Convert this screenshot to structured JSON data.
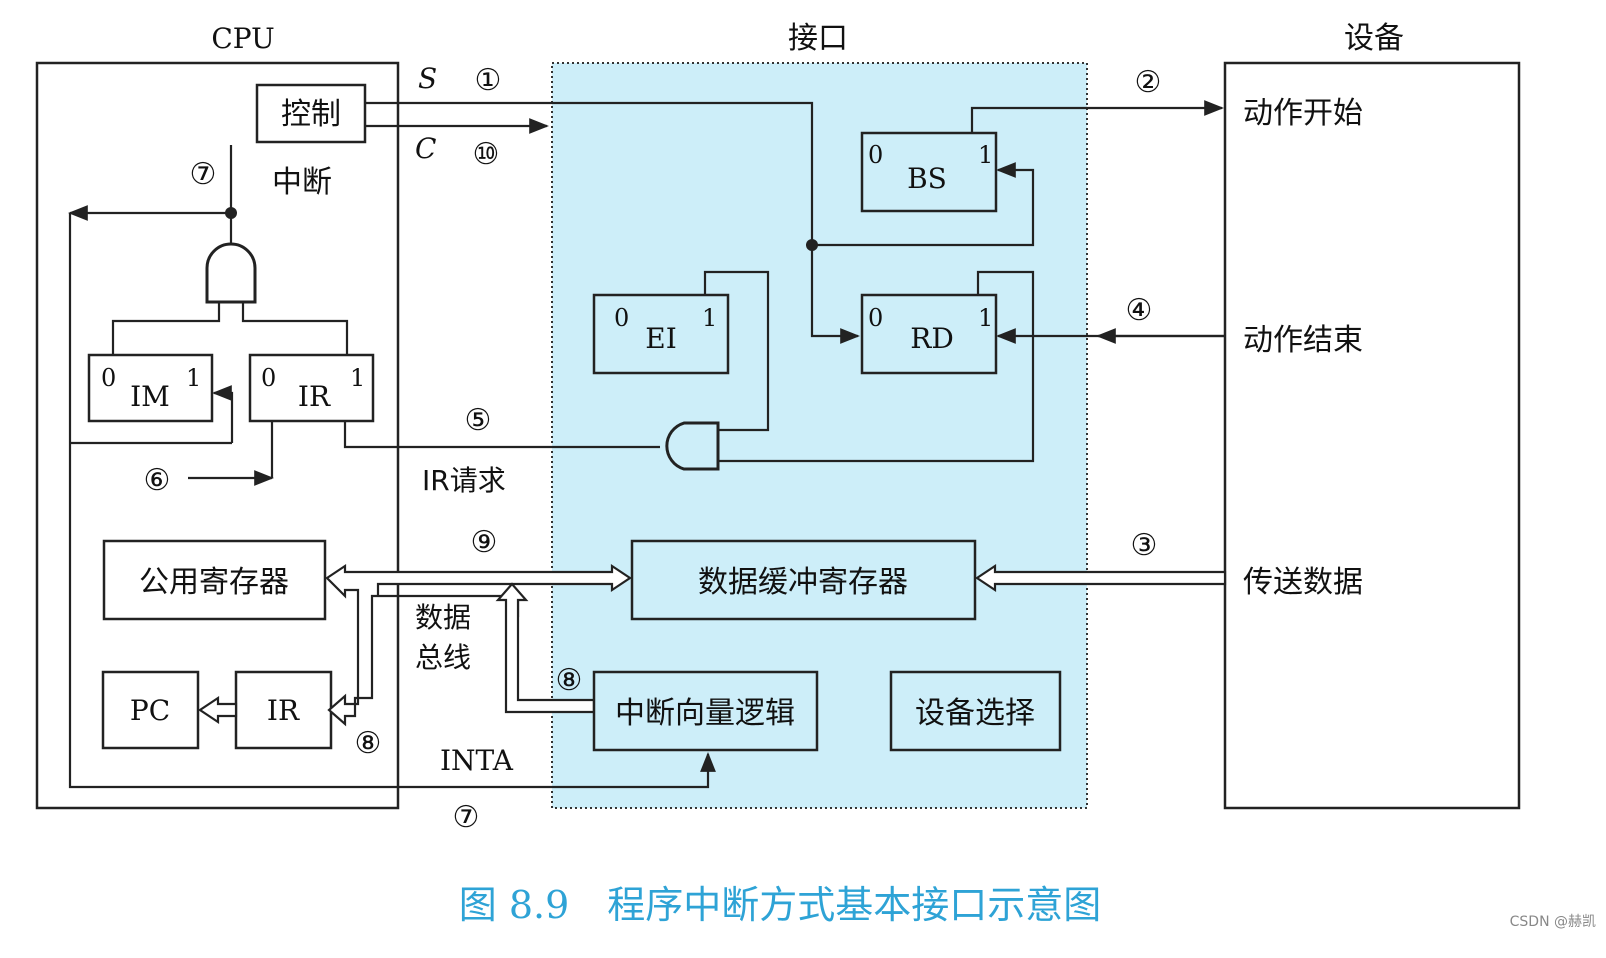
{
  "headers": {
    "cpu": "CPU",
    "interface": "接口",
    "device": "设备"
  },
  "cpu": {
    "control": "控制",
    "interrupt": "中断",
    "im": {
      "name": "IM",
      "bit0": "0",
      "bit1": "1"
    },
    "ir_flag": {
      "name": "IR",
      "bit0": "0",
      "bit1": "1"
    },
    "general_regs": "公用寄存器",
    "pc": "PC",
    "ir": "IR"
  },
  "interface": {
    "bs": {
      "name": "BS",
      "bit0": "0",
      "bit1": "1"
    },
    "ei": {
      "name": "EI",
      "bit0": "0",
      "bit1": "1"
    },
    "rd": {
      "name": "RD",
      "bit0": "0",
      "bit1": "1"
    },
    "data_buffer": "数据缓冲寄存器",
    "vector_logic": "中断向量逻辑",
    "device_select": "设备选择"
  },
  "device": {
    "start": "动作开始",
    "end": "动作结束",
    "transfer": "传送数据"
  },
  "signals": {
    "s": "S",
    "c": "C",
    "ir_request": "IR请求",
    "data_bus_1": "数据",
    "data_bus_2": "总线",
    "inta": "INTA"
  },
  "steps": {
    "s1": "①",
    "s2": "②",
    "s3": "③",
    "s4": "④",
    "s5": "⑤",
    "s6": "⑥",
    "s7a": "⑦",
    "s7b": "⑦",
    "s8a": "⑧",
    "s8b": "⑧",
    "s9": "⑨",
    "s10": "⑩"
  },
  "caption": "图 8.9　程序中断方式基本接口示意图",
  "watermark": "CSDN @赫凯"
}
